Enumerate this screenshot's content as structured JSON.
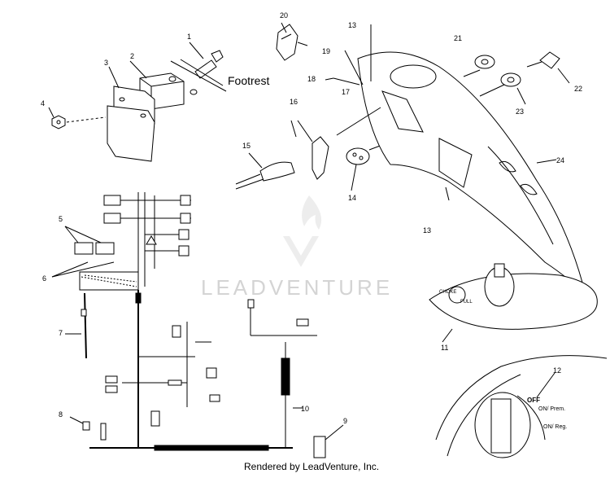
{
  "diagram": {
    "footrest_label": "Footrest",
    "watermark": "LEADVENTURE",
    "footer": "Rendered by LeadVenture, Inc.",
    "panel_11": {
      "full_label": "FULL",
      "choke_label": "CHOKE"
    },
    "panel_12": {
      "off_label": "OFF",
      "on_prem_label": "ON/ Prem.",
      "on_reg_label": "ON/ Reg."
    },
    "callouts": [
      {
        "id": "c1",
        "text": "1"
      },
      {
        "id": "c2",
        "text": "2"
      },
      {
        "id": "c3",
        "text": "3"
      },
      {
        "id": "c4",
        "text": "4"
      },
      {
        "id": "c5",
        "text": "5"
      },
      {
        "id": "c6",
        "text": "6"
      },
      {
        "id": "c7",
        "text": "7"
      },
      {
        "id": "c8",
        "text": "8"
      },
      {
        "id": "c9",
        "text": "9"
      },
      {
        "id": "c10",
        "text": "10"
      },
      {
        "id": "c11",
        "text": "11"
      },
      {
        "id": "c12",
        "text": "12"
      },
      {
        "id": "c13a",
        "text": "13"
      },
      {
        "id": "c13b",
        "text": "13"
      },
      {
        "id": "c14",
        "text": "14"
      },
      {
        "id": "c15",
        "text": "15"
      },
      {
        "id": "c16",
        "text": "16"
      },
      {
        "id": "c17",
        "text": "17"
      },
      {
        "id": "c18",
        "text": "18"
      },
      {
        "id": "c19",
        "text": "19"
      },
      {
        "id": "c20",
        "text": "20"
      },
      {
        "id": "c21",
        "text": "21"
      },
      {
        "id": "c22",
        "text": "22"
      },
      {
        "id": "c23",
        "text": "23"
      },
      {
        "id": "c24",
        "text": "24"
      }
    ]
  }
}
